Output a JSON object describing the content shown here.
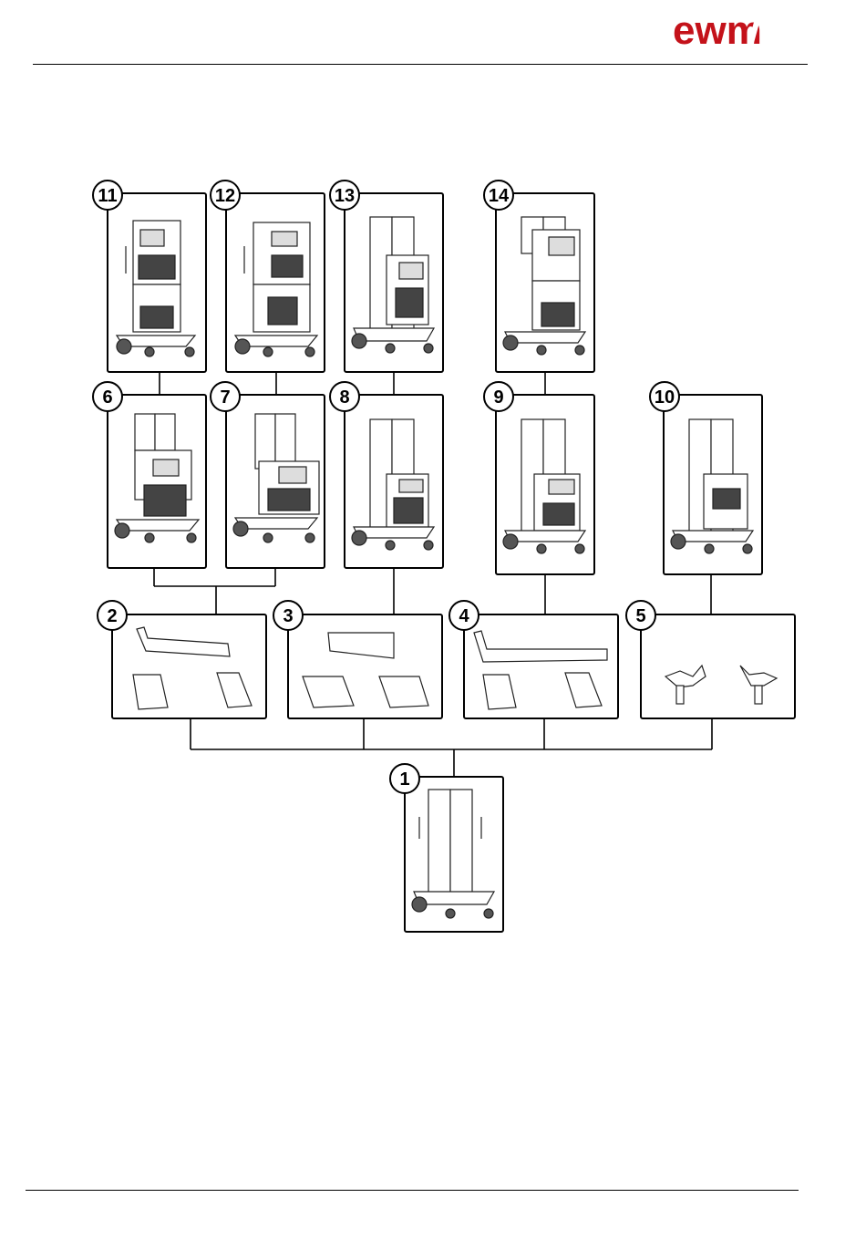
{
  "brand": {
    "logo_text": "ewm",
    "color": "#c4121a"
  },
  "diagram": {
    "items": [
      {
        "num": "1",
        "kind": "trolley-base"
      },
      {
        "num": "2",
        "kind": "bracket-kit"
      },
      {
        "num": "3",
        "kind": "bracket-kit"
      },
      {
        "num": "4",
        "kind": "bracket-kit"
      },
      {
        "num": "5",
        "kind": "clamp-kit"
      },
      {
        "num": "6",
        "kind": "trolley-welder"
      },
      {
        "num": "7",
        "kind": "trolley-welder"
      },
      {
        "num": "8",
        "kind": "trolley-welder"
      },
      {
        "num": "9",
        "kind": "trolley-welder"
      },
      {
        "num": "10",
        "kind": "trolley-welder"
      },
      {
        "num": "11",
        "kind": "trolley-welder-cooler"
      },
      {
        "num": "12",
        "kind": "trolley-welder-cooler"
      },
      {
        "num": "13",
        "kind": "trolley-welder"
      },
      {
        "num": "14",
        "kind": "trolley-welder-cooler"
      }
    ]
  }
}
